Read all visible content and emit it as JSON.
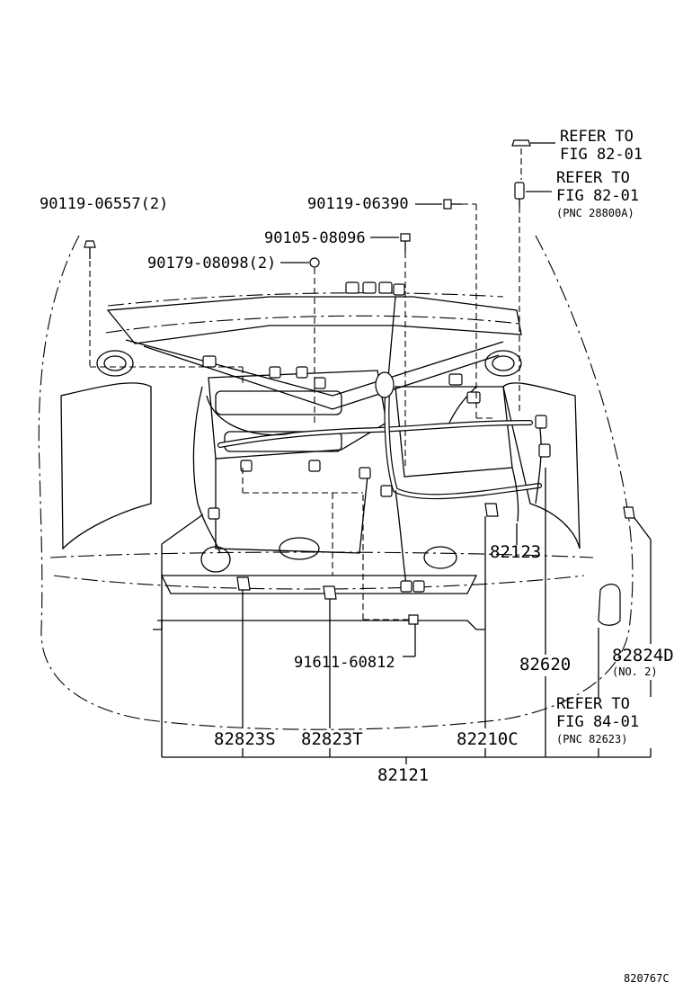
{
  "labels": {
    "refer_fig_82_01_top_line1": "REFER TO",
    "refer_fig_82_01_top_line2": "FIG 82-01",
    "refer_fig_82_01_pnc_line1": "REFER TO",
    "refer_fig_82_01_pnc_line2": "FIG 82-01",
    "refer_fig_82_01_pnc_line3": "(PNC 28800A)",
    "refer_fig_84_01_line1": "REFER TO",
    "refer_fig_84_01_line2": "FIG 84-01",
    "refer_fig_84_01_line3": "(PNC 82623)",
    "bolt_90119_06557": "90119-06557(2)",
    "bolt_90119_06390": "90119-06390",
    "bolt_90105_08096": "90105-08096",
    "nut_90179_08098": "90179-08098(2)",
    "bolt_91611_60812": "91611-60812",
    "part_82123": "82123",
    "part_82620": "82620",
    "part_82824D": "82824D",
    "part_82824D_note": "(NO. 2)",
    "part_82823S": "82823S",
    "part_82823T": "82823T",
    "part_82210C": "82210C",
    "part_82121": "82121",
    "figure_code": "820767C"
  },
  "colors": {
    "line": "#000000",
    "background": "#ffffff"
  }
}
